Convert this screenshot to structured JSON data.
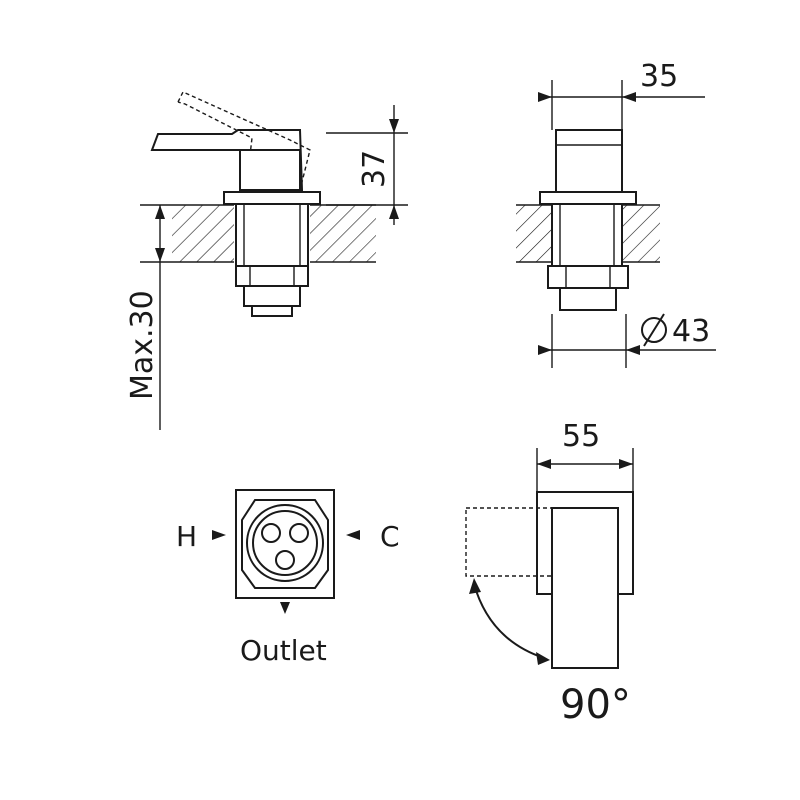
{
  "dimensions": {
    "width_top": "35",
    "height_lever": "37",
    "max_deck": "Max.30",
    "diameter": "43",
    "width_handle": "55",
    "rotation": "90°"
  },
  "ports": {
    "hot": "H",
    "cold": "C",
    "outlet": "Outlet"
  }
}
